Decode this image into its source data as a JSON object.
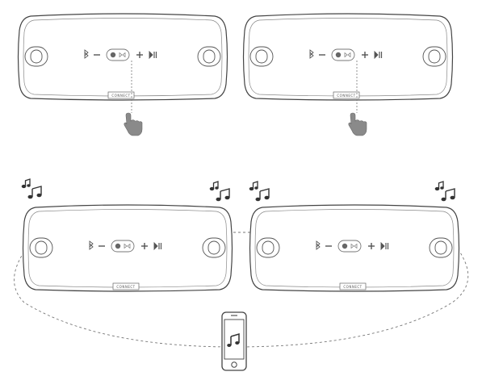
{
  "speakers": [
    {
      "id": "top-left",
      "label": "CONNECT"
    },
    {
      "id": "top-right",
      "label": "CONNECT"
    },
    {
      "id": "bottom-left",
      "label": "CONNECT"
    },
    {
      "id": "bottom-right",
      "label": "CONNECT"
    }
  ],
  "icons": {
    "pointer": "hand-pointer-icon",
    "music": "music-note-icon",
    "phone": "smartphone-icon",
    "bluetooth": "bluetooth-icon"
  },
  "colors": {
    "stroke": "#555555",
    "fill": "#ffffff",
    "hand": "#8a8a8a",
    "dashed": "#777777"
  }
}
